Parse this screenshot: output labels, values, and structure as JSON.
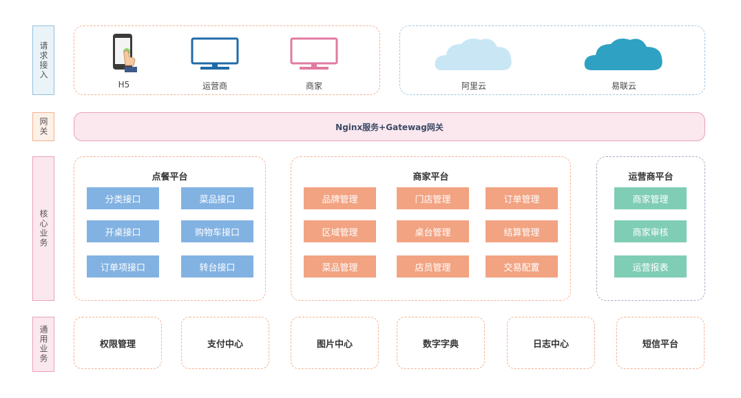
{
  "categories": {
    "request": "请求接入",
    "gateway": "网关",
    "core": "核心业务",
    "common": "通用业务"
  },
  "access": {
    "items": [
      {
        "label": "H5",
        "icon": "mobile-touch-icon"
      },
      {
        "label": "运营商",
        "icon": "monitor-blue-icon"
      },
      {
        "label": "商家",
        "icon": "monitor-pink-icon"
      }
    ],
    "clouds": [
      {
        "label": "阿里云",
        "icon": "cloud-light-icon"
      },
      {
        "label": "易联云",
        "icon": "cloud-dark-icon"
      }
    ]
  },
  "gateway": {
    "label": "Nginx服务+Gatewag网关"
  },
  "core": {
    "ordering": {
      "title": "点餐平台",
      "items": [
        "分类接口",
        "菜品接口",
        "开桌接口",
        "购物车接口",
        "订单项接口",
        "转台接口"
      ]
    },
    "merchant": {
      "title": "商家平台",
      "items": [
        "品牌管理",
        "门店管理",
        "订单管理",
        "区域管理",
        "桌台管理",
        "结算管理",
        "菜品管理",
        "店员管理",
        "交易配置"
      ]
    },
    "operator": {
      "title": "运营商平台",
      "items": [
        "商家管理",
        "商家审核",
        "运营报表"
      ]
    }
  },
  "common": {
    "items": [
      "权限管理",
      "支付中心",
      "图片中心",
      "数字字典",
      "日志中心",
      "短信平台"
    ]
  },
  "colors": {
    "blue_button": "#82b2e2",
    "orange_button": "#f2a382",
    "green_button": "#7fcdb5",
    "orange_dash": "#f2b190",
    "blue_dash": "#9cc7e0"
  }
}
